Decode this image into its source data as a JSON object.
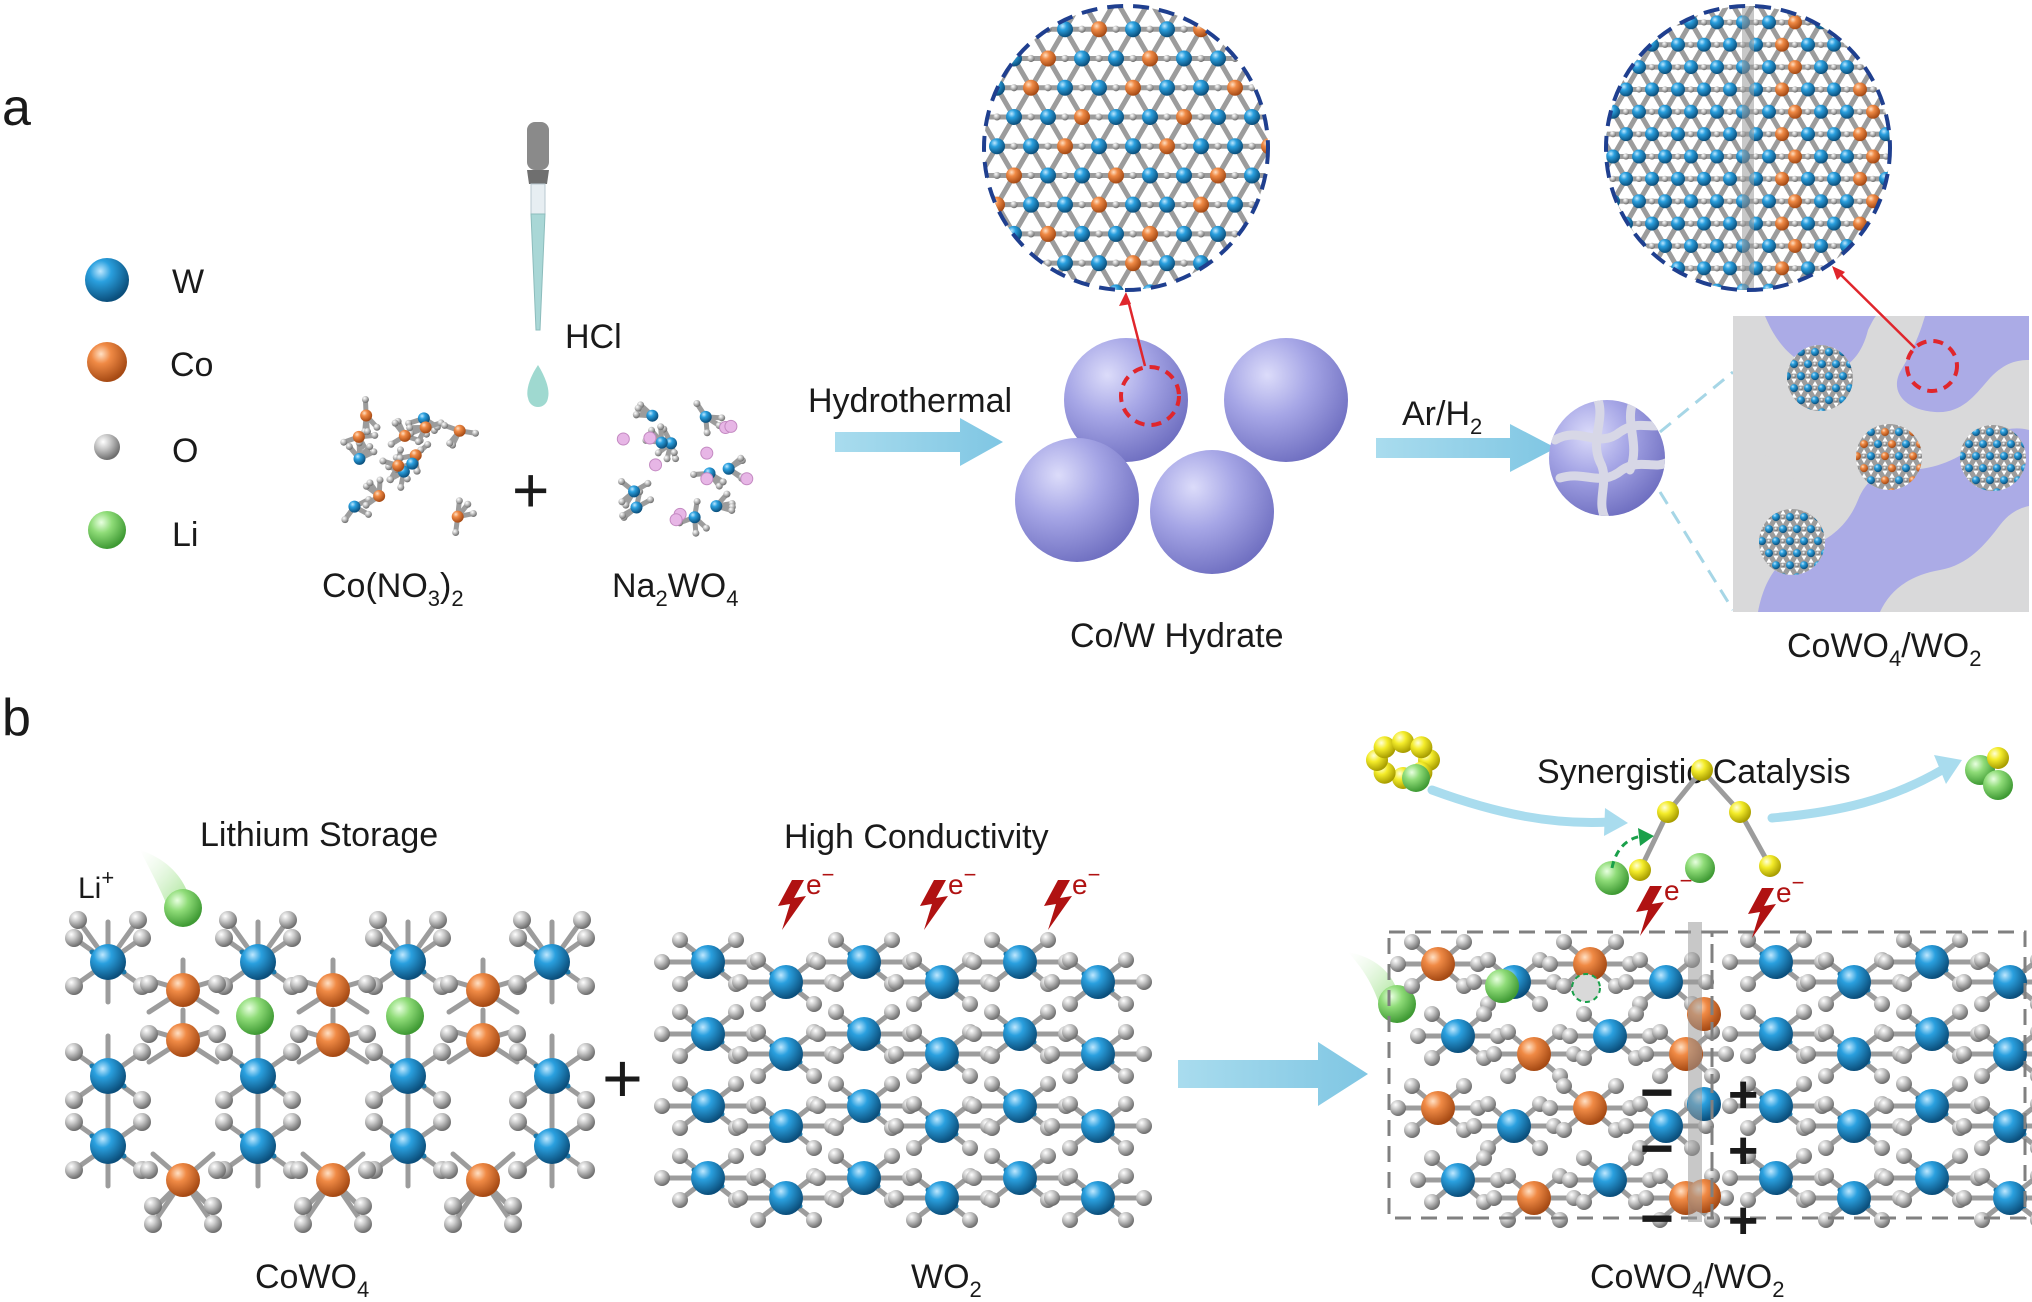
{
  "panels": {
    "a": "a",
    "b": "b"
  },
  "legend": [
    {
      "label": "W",
      "color": "#1b7fb8"
    },
    {
      "label": "Co",
      "color": "#e07a3a"
    },
    {
      "label": "O",
      "color": "#b9b9b9"
    },
    {
      "label": "Li",
      "color": "#7fcf6a"
    }
  ],
  "panel_a": {
    "reagent": "HCl",
    "precursor1": {
      "main": "Co(NO",
      "sub1": "3",
      "close": ")",
      "sub2": "2"
    },
    "precursor2": {
      "main": "Na",
      "sub1": "2",
      "mid": "WO",
      "sub2": "4"
    },
    "plus": "+",
    "step1": "Hydrothermal",
    "step2": {
      "main": "Ar/H",
      "sub": "2"
    },
    "hydrate": "Co/W Hydrate",
    "product": {
      "a": "CoWO",
      "sub1": "4",
      "b": "/WO",
      "sub2": "2"
    }
  },
  "panel_b": {
    "lithium_storage": "Lithium Storage",
    "li_ion": {
      "main": "Li",
      "sup": "+"
    },
    "high_conductivity": "High Conductivity",
    "electron": {
      "main": "e",
      "sup": "−"
    },
    "plus": "+",
    "synergistic": "Synergistic Catalysis",
    "cowo4": {
      "main": "CoWO",
      "sub": "4"
    },
    "wo2": {
      "main": "WO",
      "sub": "2"
    },
    "composite": {
      "a": "CoWO",
      "sub1": "4",
      "b": "/WO",
      "sub2": "2"
    },
    "minus_sign": "−",
    "plus_sign": "+"
  }
}
